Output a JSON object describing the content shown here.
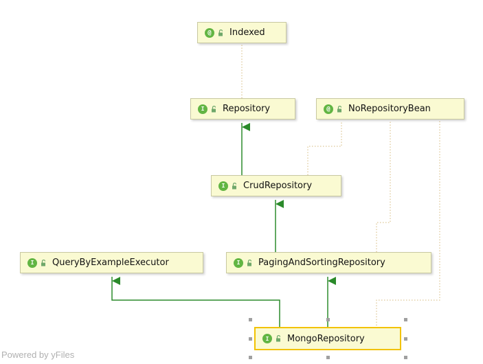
{
  "diagram": {
    "nodes": [
      {
        "id": "indexed",
        "kind": "annotation",
        "kind_glyph": "@",
        "label": "Indexed"
      },
      {
        "id": "repository",
        "kind": "interface",
        "kind_glyph": "I",
        "label": "Repository"
      },
      {
        "id": "no-repository-bean",
        "kind": "annotation",
        "kind_glyph": "@",
        "label": "NoRepositoryBean"
      },
      {
        "id": "crud-repository",
        "kind": "interface",
        "kind_glyph": "I",
        "label": "CrudRepository"
      },
      {
        "id": "query-by-example-executor",
        "kind": "interface",
        "kind_glyph": "I",
        "label": "QueryByExampleExecutor"
      },
      {
        "id": "paging-and-sorting-repository",
        "kind": "interface",
        "kind_glyph": "I",
        "label": "PagingAndSortingRepository"
      },
      {
        "id": "mongo-repository",
        "kind": "interface",
        "kind_glyph": "I",
        "label": "MongoRepository",
        "selected": true
      }
    ],
    "edges": [
      {
        "from": "crud-repository",
        "to": "repository",
        "type": "extends"
      },
      {
        "from": "paging-and-sorting-repository",
        "to": "crud-repository",
        "type": "extends"
      },
      {
        "from": "mongo-repository",
        "to": "paging-and-sorting-repository",
        "type": "extends"
      },
      {
        "from": "mongo-repository",
        "to": "query-by-example-executor",
        "type": "extends"
      },
      {
        "from": "repository",
        "to": "indexed",
        "type": "annotated-by"
      },
      {
        "from": "crud-repository",
        "to": "no-repository-bean",
        "type": "annotated-by"
      },
      {
        "from": "paging-and-sorting-repository",
        "to": "no-repository-bean",
        "type": "annotated-by"
      },
      {
        "from": "mongo-repository",
        "to": "no-repository-bean",
        "type": "annotated-by"
      }
    ]
  },
  "colors": {
    "node_fill": "#fafad2",
    "node_border": "#c8c8a0",
    "selected_border": "#f2c200",
    "extends_edge": "#2a8a2a",
    "annotation_edge": "#d4b87a",
    "kind_icon": "#62b543"
  },
  "watermark": "Powered by yFiles"
}
